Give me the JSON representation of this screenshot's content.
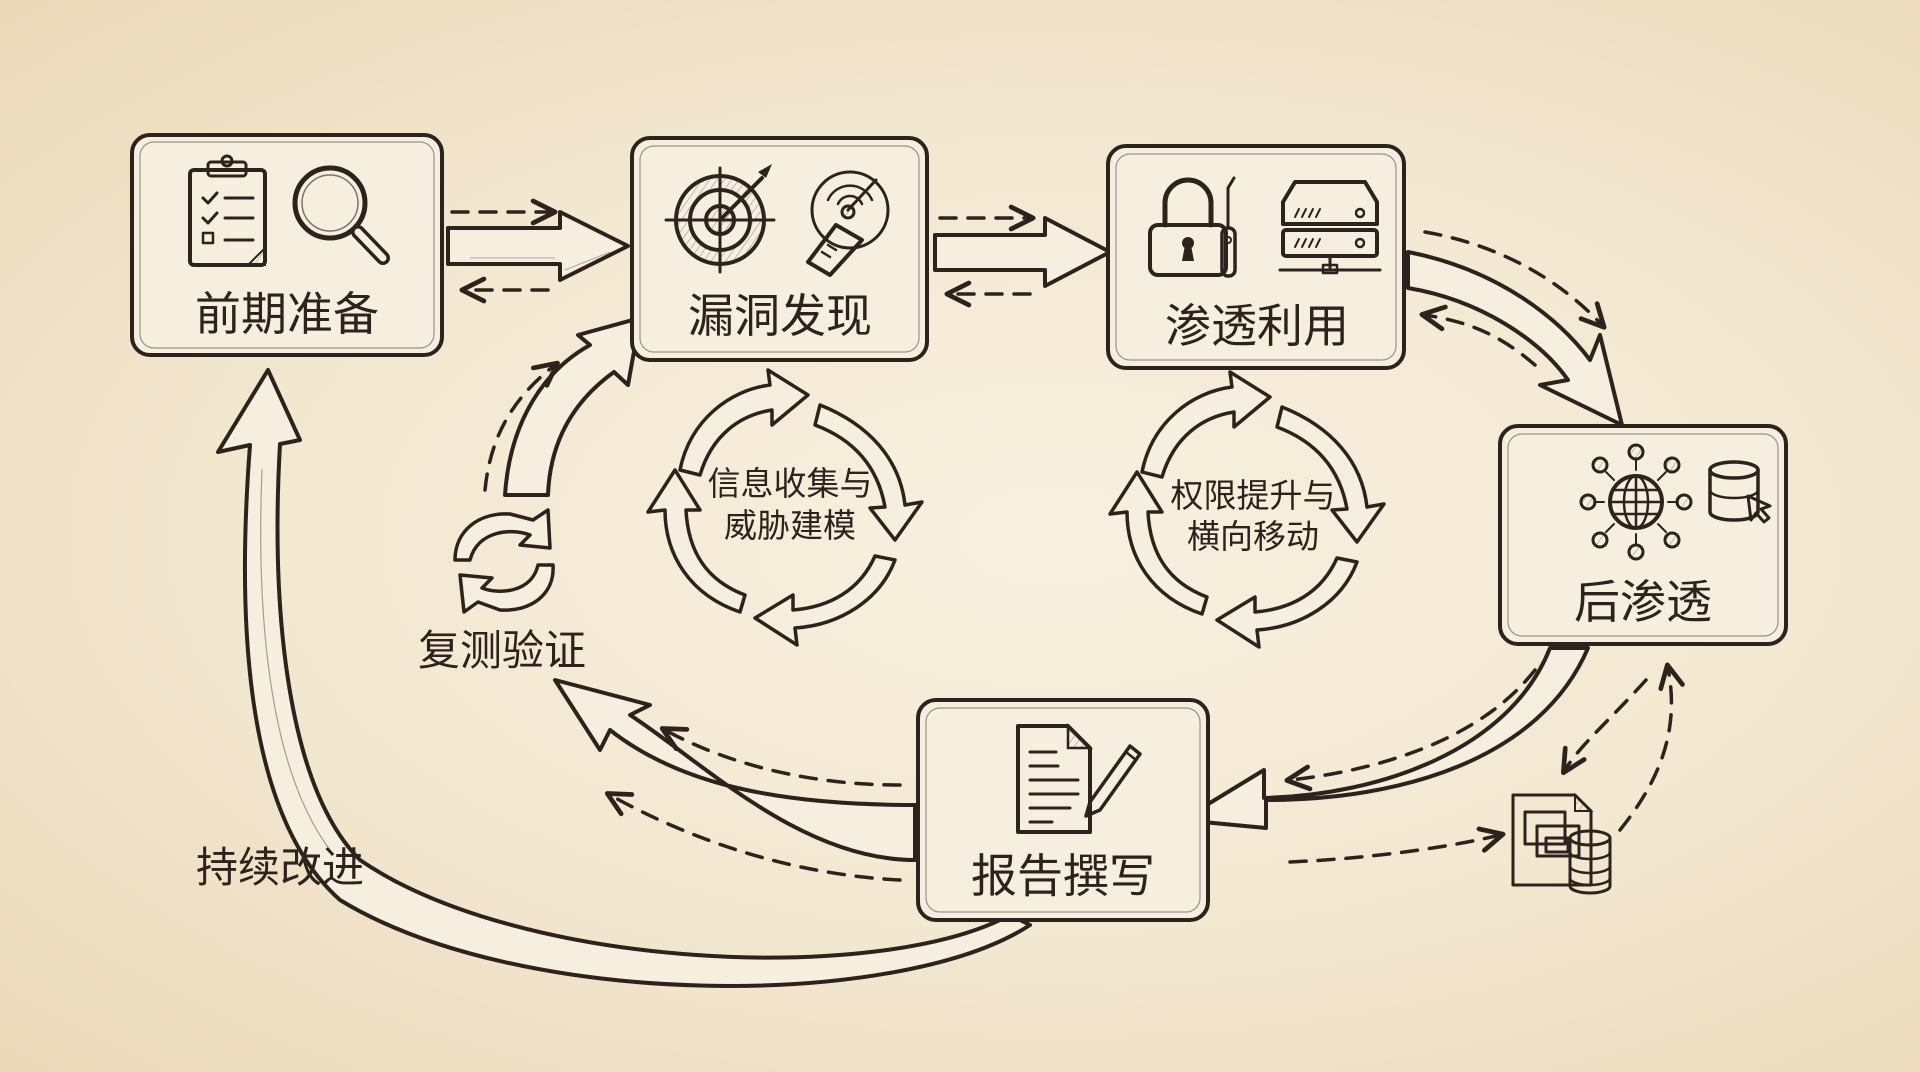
{
  "diagram": {
    "type": "process-cycle",
    "style": "hand-drawn sketch",
    "colors": {
      "ink": "#2e231c",
      "paper": "#f3e7d0",
      "box_fill": "#f6eedf"
    },
    "stages": [
      {
        "id": "prep",
        "label": "前期准备",
        "icons": [
          "clipboard-checklist-icon",
          "magnifier-icon"
        ]
      },
      {
        "id": "discovery",
        "label": "漏洞发现",
        "icons": [
          "target-arrow-icon",
          "scanner-radar-icon"
        ]
      },
      {
        "id": "exploit",
        "label": "渗透利用",
        "icons": [
          "padlock-icon",
          "lockpick-icon",
          "server-icon"
        ]
      },
      {
        "id": "post",
        "label": "后渗透",
        "icons": [
          "globe-network-icon",
          "database-cursor-icon"
        ]
      },
      {
        "id": "report",
        "label": "报告撰写",
        "icons": [
          "document-pen-icon"
        ]
      }
    ],
    "cycles": [
      {
        "id": "recon-cycle",
        "line1": "信息收集与",
        "line2": "威胁建模"
      },
      {
        "id": "privesc-cycle",
        "line1": "权限提升与",
        "line2": "横向移动"
      }
    ],
    "retest": {
      "label": "复测验证",
      "icon": "refresh-cycle-icon"
    },
    "improve": {
      "label": "持续改进"
    },
    "extra_icons": [
      "files-database-icon"
    ],
    "edges": [
      {
        "from": "前期准备",
        "to": "漏洞发现",
        "kind": "main + bidirectional dashed"
      },
      {
        "from": "漏洞发现",
        "to": "渗透利用",
        "kind": "main + bidirectional dashed"
      },
      {
        "from": "渗透利用",
        "to": "后渗透",
        "kind": "main + bidirectional dashed"
      },
      {
        "from": "后渗透",
        "to": "报告撰写",
        "kind": "main + bidirectional dashed"
      },
      {
        "from": "报告撰写",
        "to": "复测验证",
        "kind": "main + dashed"
      },
      {
        "from": "复测验证",
        "to": "漏洞发现",
        "kind": "main + dashed"
      },
      {
        "from": "报告撰写",
        "to": "前期准备",
        "kind": "持续改进 loop"
      }
    ]
  }
}
